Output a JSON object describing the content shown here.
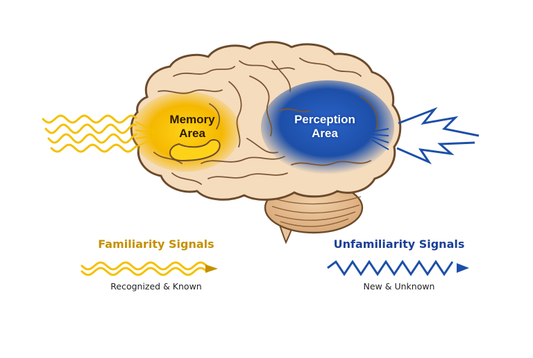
{
  "colors": {
    "familiar": "#f5c000",
    "familiar_text": "#c59000",
    "unfamiliar": "#1d4fa8",
    "unfamiliar_text": "#1a3f96",
    "brain_fill": "#f4dcc0",
    "brain_outline": "#6b4a2c"
  },
  "regions": {
    "memory": {
      "label_line1": "Memory",
      "label_line2": "Area"
    },
    "perception": {
      "label_line1": "Perception",
      "label_line2": "Area"
    }
  },
  "legend": {
    "familiar": {
      "title": "Familiarity Signals",
      "subtitle": "Recognized & Known",
      "icon": "wavy-arrow-icon"
    },
    "unfamiliar": {
      "title": "Unfamiliarity Signals",
      "subtitle": "New & Unknown",
      "icon": "zigzag-arrow-icon"
    }
  }
}
